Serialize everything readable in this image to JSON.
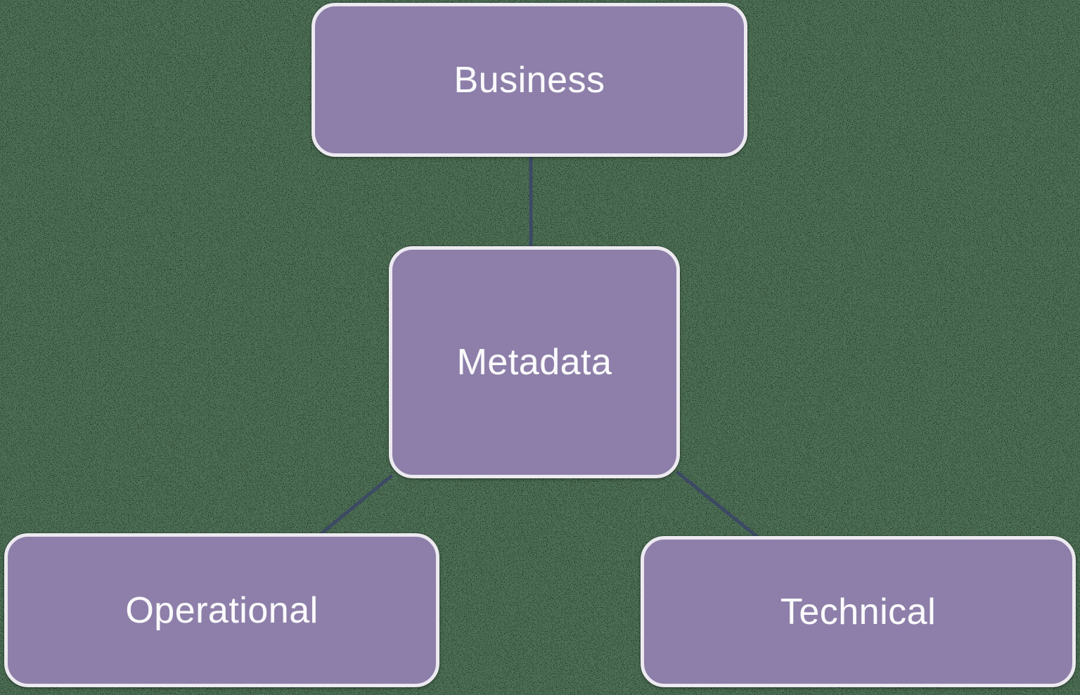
{
  "diagram": {
    "nodes": [
      {
        "id": "business",
        "label": "Business"
      },
      {
        "id": "metadata",
        "label": "Metadata"
      },
      {
        "id": "operational",
        "label": "Operational"
      },
      {
        "id": "technical",
        "label": "Technical"
      }
    ],
    "edges": [
      {
        "from": "business",
        "to": "metadata"
      },
      {
        "from": "metadata",
        "to": "operational"
      },
      {
        "from": "metadata",
        "to": "technical"
      }
    ],
    "colors": {
      "node_fill": "#8d7fa9",
      "node_border": "#eceaf0",
      "node_text": "#fbfafc",
      "connector": "#3c4a63",
      "background": "#4e7156"
    }
  }
}
